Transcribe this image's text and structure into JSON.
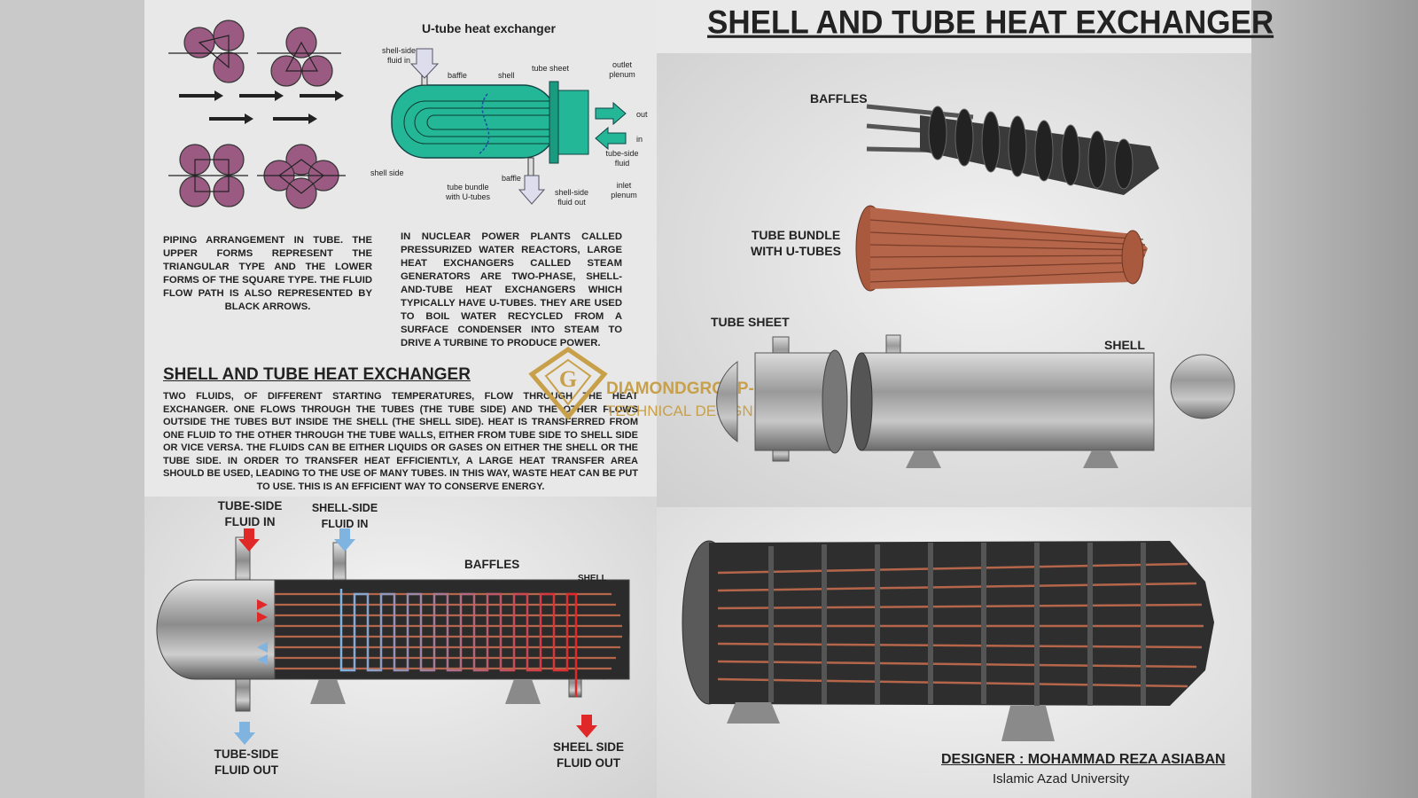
{
  "title": "SHELL AND TUBE HEAT EXCHANGER",
  "utube": {
    "title": "U-tube heat exchanger",
    "labels": {
      "shell_side_in": "shell-side fluid in",
      "baffle_top": "baffle",
      "shell": "shell",
      "tube_sheet": "tube sheet",
      "outlet_plenum": "outlet plenum",
      "out": "out",
      "in": "in",
      "tube_side_fluid": "tube-side fluid",
      "inlet_plenum": "inlet plenum",
      "shell_side_out": "shell-side fluid out",
      "baffle_bottom": "baffle",
      "tube_bundle": "tube bundle with U-tubes",
      "shell_side": "shell side"
    }
  },
  "piping_text": "PIPING ARRANGEMENT IN TUBE. THE UPPER FORMS REPRESENT THE TRIANGULAR TYPE AND THE LOWER FORMS OF THE SQUARE TYPE. THE FLUID FLOW PATH IS ALSO REPRESENTED BY BLACK ARROWS.",
  "nuclear_text": "IN NUCLEAR POWER PLANTS CALLED PRESSURIZED WATER REACTORS, LARGE HEAT EXCHANGERS CALLED STEAM GENERATORS ARE TWO-PHASE, SHELL-AND-TUBE HEAT EXCHANGERS WHICH TYPICALLY HAVE U-TUBES. THEY ARE USED TO BOIL WATER RECYCLED FROM A SURFACE CONDENSER INTO STEAM TO DRIVE A TURBINE TO PRODUCE POWER.",
  "section_title": "SHELL AND TUBE HEAT EXCHANGER",
  "description": "TWO FLUIDS, OF DIFFERENT STARTING TEMPERATURES, FLOW THROUGH THE HEAT EXCHANGER. ONE FLOWS THROUGH THE TUBES (THE TUBE SIDE) AND THE OTHER FLOWS OUTSIDE THE TUBES BUT INSIDE THE SHELL (THE SHELL SIDE). HEAT IS TRANSFERRED FROM ONE FLUID TO THE OTHER THROUGH THE TUBE WALLS, EITHER FROM TUBE SIDE TO SHELL SIDE OR VICE VERSA. THE FLUIDS CAN BE EITHER LIQUIDS OR GASES ON EITHER THE SHELL OR THE TUBE SIDE. IN ORDER TO TRANSFER HEAT EFFICIENTLY, A LARGE HEAT TRANSFER AREA SHOULD BE USED, LEADING TO THE USE OF MANY TUBES. IN THIS WAY, WASTE HEAT CAN BE PUT TO USE. THIS IS AN EFFICIENT WAY TO CONSERVE ENERGY.",
  "logo": {
    "line1": "DIAMONDGROUP-RO",
    "line2": "TECHNICAL DESIGN"
  },
  "parts": {
    "baffles": "BAFFLES",
    "tube_bundle": "TUBE BUNDLE WITH U-TUBES",
    "tube_sheet": "TUBE SHEET",
    "shell": "SHELL"
  },
  "flow": {
    "tube_in": "TUBE-SIDE FLUID IN",
    "shell_in": "SHELL-SIDE FLUID IN",
    "baffles": "BAFFLES",
    "shell": "SHELL",
    "tube_out": "TUBE-SIDE FLUID OUT",
    "shell_out": "SHEEL SIDE FLUID OUT"
  },
  "designer": "DESIGNER : MOHAMMAD REZA ASIABAN",
  "university": "Islamic Azad University",
  "colors": {
    "circle": "#9b5a82",
    "teal": "#23b797",
    "copper": "#b5664a",
    "gold": "#c8a04a",
    "hot": "#e02828",
    "cold": "#7fb3e0"
  }
}
